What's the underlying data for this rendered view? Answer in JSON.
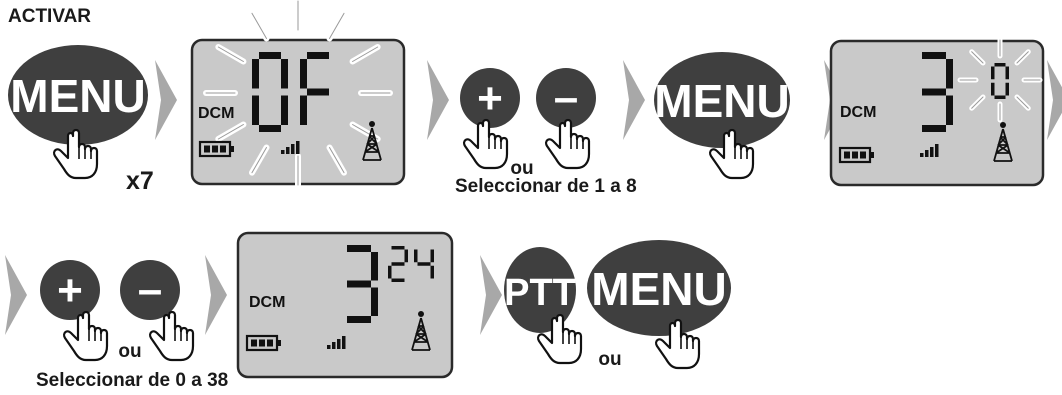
{
  "heading": "ACTIVAR",
  "colors": {
    "button_dark": "#3f3f3f",
    "lcd_bg": "#c9c9c9",
    "lcd_border": "#2a2a2a",
    "segment": "#111111",
    "arrow": "#a8a8a8",
    "text": "#1a1a1a"
  },
  "row1": {
    "menu_label": "MENU",
    "repeat_label": "x7",
    "display1": {
      "mode": "DCM",
      "digits": "OF"
    },
    "plus_symbol": "+",
    "minus_symbol": "–",
    "or_label": "ou",
    "caption": "Seleccionar de 1 a 8",
    "menu_label_2": "MENU",
    "display2": {
      "mode": "DCM",
      "channel": "3",
      "sub": "0"
    }
  },
  "row2": {
    "plus_symbol": "+",
    "minus_symbol": "–",
    "or_label": "ou",
    "caption": "Seleccionar de 0 a 38",
    "display3": {
      "mode": "DCM",
      "channel": "3",
      "sub": "24"
    },
    "ptt_label": "PTT",
    "or_label_2": "ou",
    "menu_label": "MENU"
  },
  "icons": [
    "hand-pointer-icon",
    "battery-icon",
    "signal-bars-icon",
    "antenna-tower-icon",
    "chevron-right-icon",
    "blink-rays-icon"
  ]
}
